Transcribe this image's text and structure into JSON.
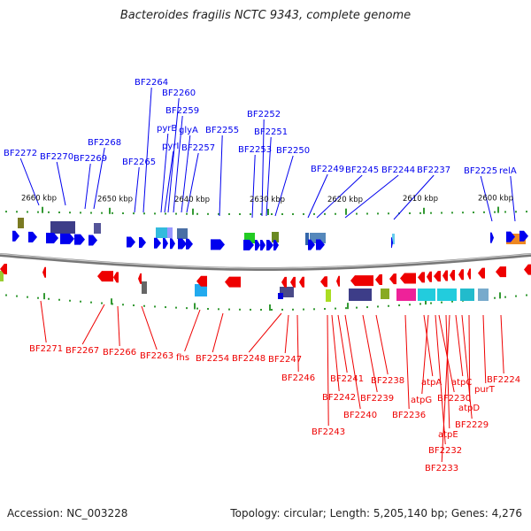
{
  "title": "Bacteroides fragilis NCTC 9343, complete genome",
  "accession": "Accession: NC_003228",
  "topology": "Topology: circular; Length: 5,205,140 bp; Genes: 4,276",
  "colors": {
    "forward": "#0000ee",
    "reverse": "#ee0000",
    "backbone": "#888888",
    "tick": "#339933",
    "scale_text": "#111111"
  },
  "scale_labels": [
    "2660 kbp",
    "2650 kbp",
    "2640 kbp",
    "2630 kbp",
    "2620 kbp",
    "2610 kbp",
    "2600 kbp"
  ],
  "forward_genes": [
    "BF2272",
    "BF2270",
    "BF2269",
    "BF2268",
    "BF2265",
    "BF2264",
    "pyrB",
    "pyrI",
    "BF2260",
    "BF2259",
    "glyA",
    "BF2257",
    "BF2255",
    "BF2253",
    "BF2252",
    "BF2251",
    "BF2250",
    "BF2249",
    "BF2245",
    "BF2244",
    "BF2237",
    "BF2225",
    "relA"
  ],
  "reverse_genes": [
    "BF2271",
    "BF2267",
    "BF2266",
    "BF2263",
    "fhs",
    "BF2254",
    "BF2248",
    "BF2247",
    "BF2246",
    "BF2243",
    "BF2242",
    "BF2241",
    "BF2240",
    "BF2239",
    "BF2238",
    "BF2236",
    "atpA",
    "atpG",
    "BF2230",
    "BF2232",
    "atpE",
    "BF2233",
    "atpC",
    "BF2229",
    "atpD",
    "purT",
    "BF2224"
  ]
}
